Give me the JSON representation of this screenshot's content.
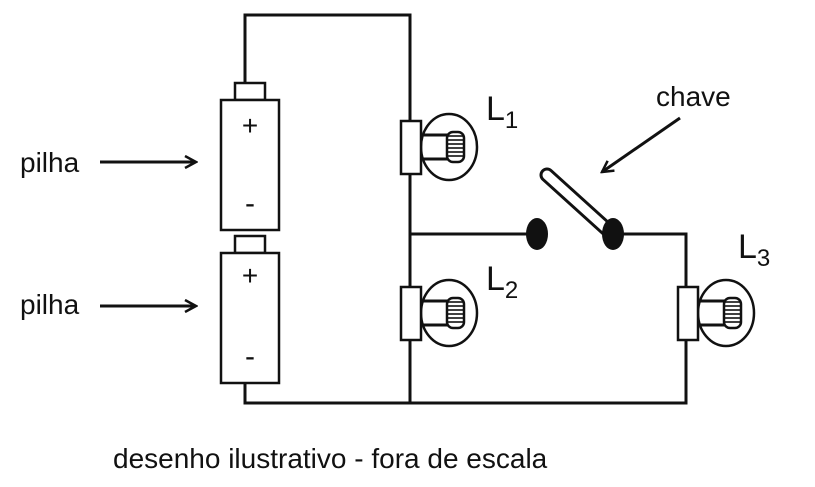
{
  "labels": {
    "battery_top": "pilha",
    "battery_bottom": "pilha",
    "switch": "chave",
    "lamp1": "L",
    "lamp1_sub": "1",
    "lamp2": "L",
    "lamp2_sub": "2",
    "lamp3": "L",
    "lamp3_sub": "3",
    "plus": "+",
    "minus": "-",
    "caption": "desenho ilustrativo - fora de escala"
  }
}
